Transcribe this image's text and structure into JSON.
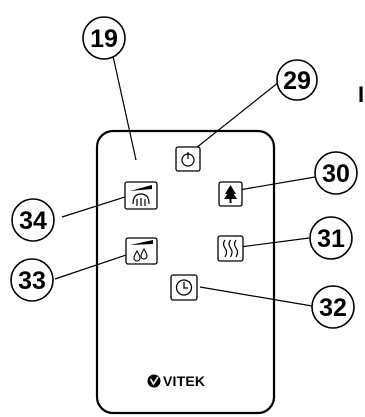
{
  "callouts": {
    "c19": "19",
    "c29": "29",
    "c30": "30",
    "c31": "31",
    "c32": "32",
    "c33": "33",
    "c34": "34"
  },
  "remote": {
    "brand": "VITEK",
    "buttons": [
      {
        "id": "power",
        "icon": "power-icon"
      },
      {
        "id": "fan-mode",
        "icon": "fan-wind-icon"
      },
      {
        "id": "natural-wind",
        "icon": "tree-icon"
      },
      {
        "id": "swing",
        "icon": "wave-lines-icon"
      },
      {
        "id": "humidify",
        "icon": "water-drops-icon"
      },
      {
        "id": "timer",
        "icon": "clock-icon"
      }
    ]
  },
  "margin_text": "I"
}
